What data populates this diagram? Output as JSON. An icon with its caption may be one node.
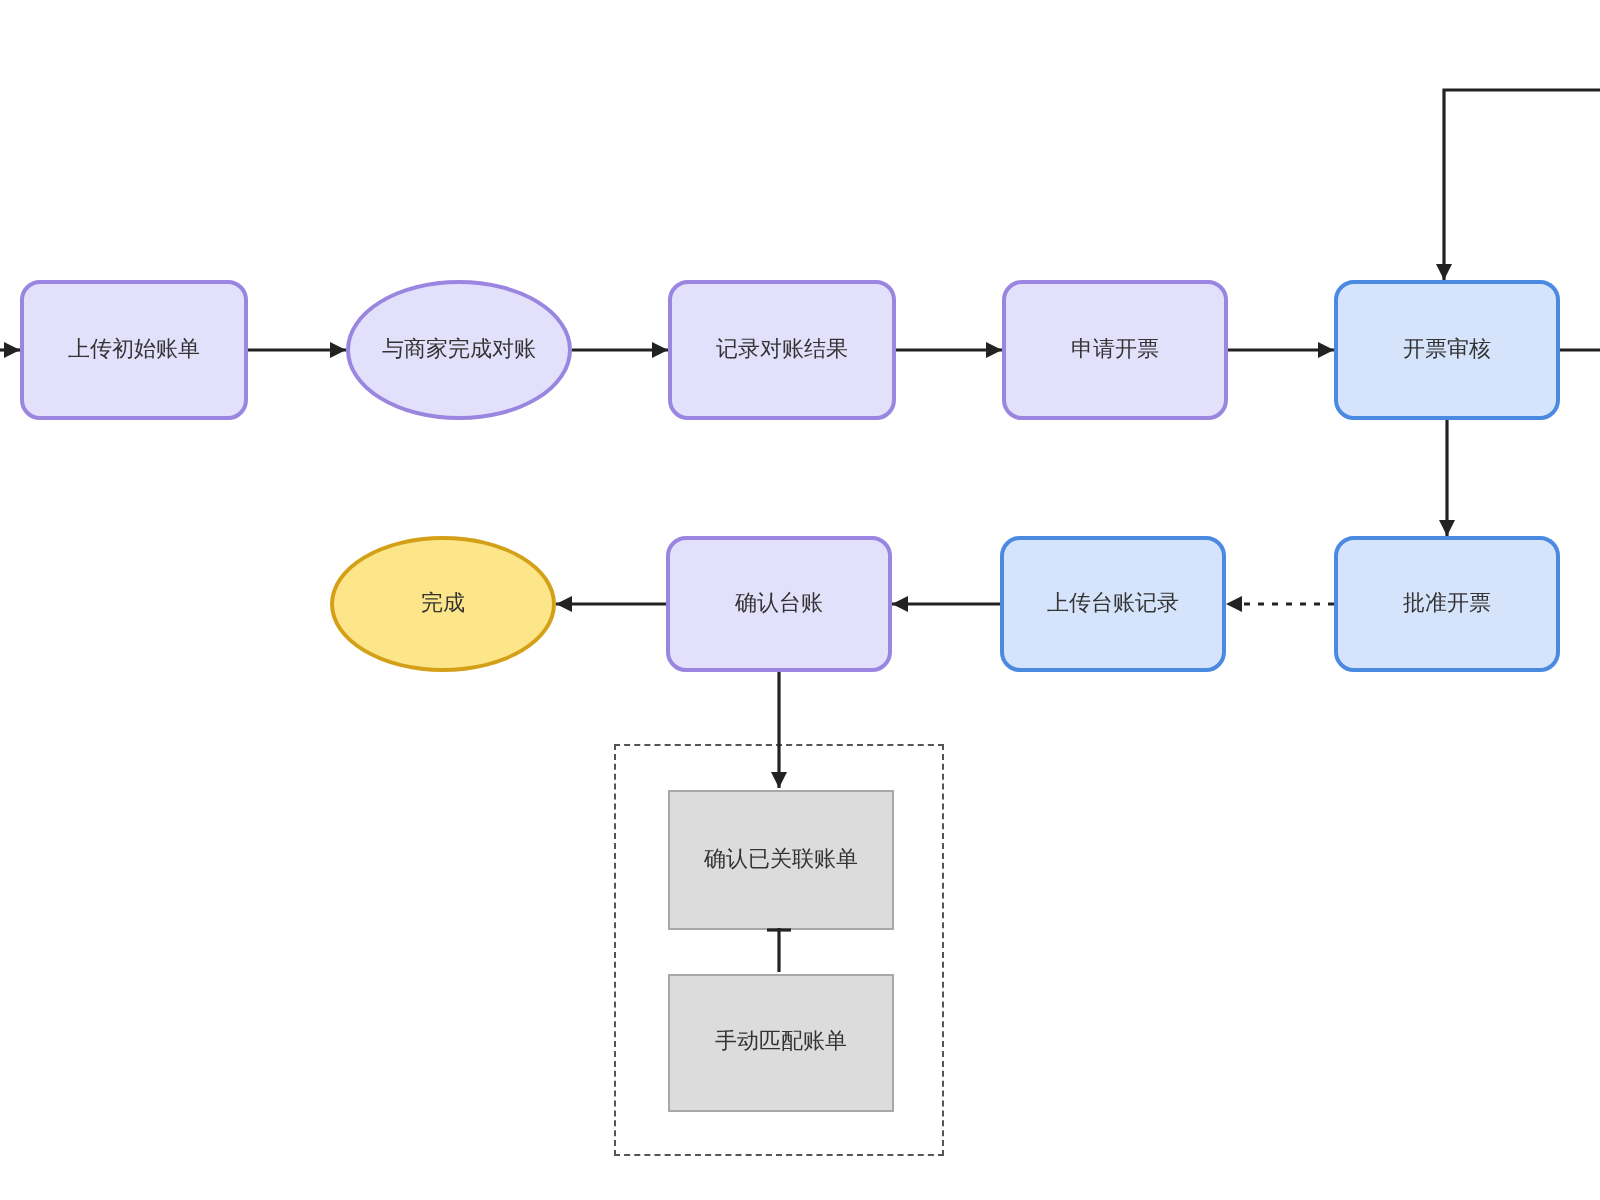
{
  "diagram": {
    "nodes": [
      {
        "text": [
          "上传初始账单"
        ]
      },
      {
        "text": [
          "与商家完成对账"
        ]
      },
      {
        "text": [
          "记录对账结果"
        ]
      },
      {
        "text": [
          "申请开票"
        ]
      },
      {
        "text": [
          "开票审核"
        ]
      },
      {
        "text": [
          "批准开票"
        ]
      },
      {
        "text": [
          "上传台账记录"
        ]
      },
      {
        "text": [
          "确认台账"
        ]
      },
      {
        "text": [
          "完成"
        ]
      },
      {
        "text": [],
        "shape": "box"
      },
      {
        "text": [
          "确认已关联账单"
        ],
        "in": 9
      },
      {
        "text": [
          "手动匹配账单"
        ],
        "in": 9
      }
    ],
    "edges": [
      {
        "from": null,
        "to": 0,
        "arrow": "to"
      },
      {
        "from": 0,
        "to": 1,
        "arrow": "to"
      },
      {
        "from": 1,
        "to": 2,
        "arrow": "to"
      },
      {
        "from": 2,
        "to": 3,
        "arrow": "to"
      },
      {
        "from": 3,
        "to": 4,
        "arrow": "to"
      },
      {
        "from": null,
        "to": 4,
        "arrow": "to"
      },
      {
        "from": 4,
        "to": null,
        "arrow": "none"
      },
      {
        "from": 4,
        "to": 5,
        "arrow": "to"
      },
      {
        "from": 5,
        "to": 6,
        "arrow": "to",
        "style": "dashed"
      },
      {
        "from": 6,
        "to": 7,
        "arrow": "to"
      },
      {
        "from": 7,
        "to": 8,
        "arrow": "to"
      },
      {
        "from": 7,
        "to": 10,
        "arrow": "to"
      },
      {
        "from": 10,
        "to": 11,
        "arrow": "other"
      }
    ]
  }
}
